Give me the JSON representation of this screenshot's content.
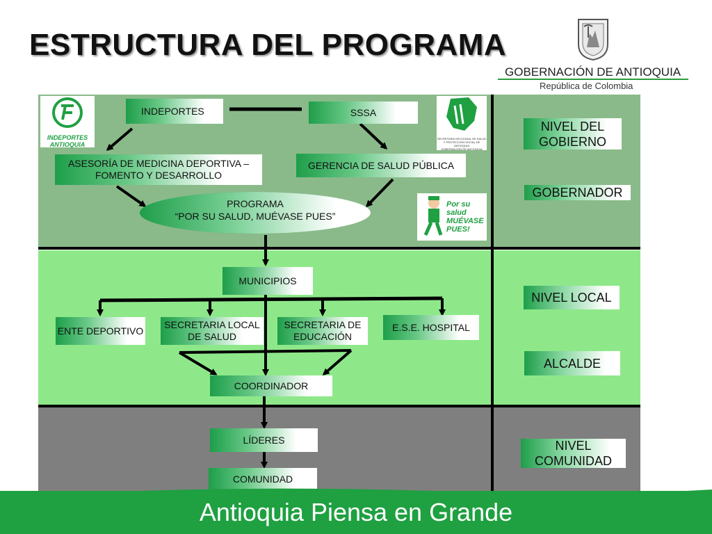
{
  "title": "ESTRUCTURA DEL PROGRAMA",
  "header_logo": {
    "name": "GOBERNACIÓN DE ANTIOQUIA",
    "subtitle": "República de Colombia"
  },
  "logos": {
    "indeportes": "INDEPORTES ANTIOQUIA",
    "sssa": "SECRETARÍA SECCIONAL DE SALUD Y PROTECCIÓN SOCIAL DE ANTIOQUIA",
    "sssa_footer": "GOBERNACIÓN DE ANTIOQUIA",
    "campaign": "Por su salud MUÉVASE PUES!"
  },
  "nodes": {
    "indeportes": "INDEPORTES",
    "sssa": "SSSA",
    "asesoria": "ASESORÍA DE MEDICINA DEPORTIVA – FOMENTO Y DESARROLLO",
    "gerencia": "GERENCIA DE SALUD PÚBLICA",
    "programa_line1": "PROGRAMA",
    "programa_line2": "“POR SU SALUD, MUÉVASE PUES”",
    "municipios": "MUNICIPIOS",
    "ente": "ENTE DEPORTIVO",
    "secretaria_salud": "SECRETARIA LOCAL DE SALUD",
    "secretaria_educacion": "SECRETARIA DE EDUCACIÓN",
    "hospital": "E.S.E. HOSPITAL",
    "coordinador": "COORDINADOR",
    "lideres": "LÍDERES",
    "comunidad": "COMUNIDAD"
  },
  "levels": {
    "gobierno": "NIVEL DEL GOBIERNO",
    "gobernador": "GOBERNADOR",
    "local": "NIVEL LOCAL",
    "alcalde": "ALCALDE",
    "comunidad": "NIVEL COMUNIDAD"
  },
  "footer": "Antioquia Piensa en Grande",
  "colors": {
    "gov_band": "#8aba8a",
    "local_band": "#8ee88a",
    "community_band": "#7f7f7f",
    "brand_green": "#1fa041"
  }
}
